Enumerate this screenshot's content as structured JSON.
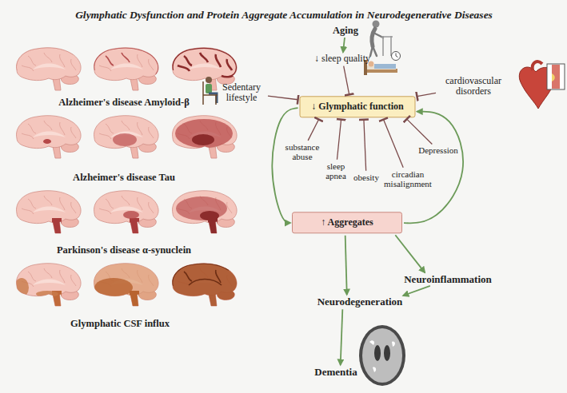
{
  "diagram": {
    "title": "Glymphatic Dysfunction and Protein Aggregate Accumulation in Neurodegenerative Diseases",
    "nodes": [
      {
        "text": [
          "Aging"
        ]
      },
      {
        "text": [
          "↓ sleep quality"
        ]
      },
      {
        "text": [
          "Sedentary lifestyle"
        ]
      },
      {
        "text": [
          "cardiovascular disorders"
        ]
      },
      {
        "text": [
          "↓ Glymphatic function"
        ]
      },
      {
        "text": [
          "substance abuse"
        ]
      },
      {
        "text": [
          "sleep apnea"
        ]
      },
      {
        "text": [
          "obesity"
        ]
      },
      {
        "text": [
          "circadian misalignment"
        ]
      },
      {
        "text": [
          "Depression"
        ]
      },
      {
        "text": [
          "↑ Aggregates"
        ]
      },
      {
        "text": [
          "Neuroinflammation"
        ]
      },
      {
        "text": [
          "Neurodegeneration"
        ]
      },
      {
        "text": [
          "Dementia"
        ]
      }
    ],
    "edges": [
      {
        "from": 0,
        "to": 1,
        "arrow": "to"
      },
      {
        "from": 1,
        "to": 4,
        "arrow": "to"
      },
      {
        "from": 2,
        "to": 4,
        "arrow": "to"
      },
      {
        "from": 3,
        "to": 4,
        "arrow": "to"
      },
      {
        "from": 5,
        "to": 4,
        "arrow": "to"
      },
      {
        "from": 6,
        "to": 4,
        "arrow": "to"
      },
      {
        "from": 7,
        "to": 4,
        "arrow": "to"
      },
      {
        "from": 8,
        "to": 4,
        "arrow": "to"
      },
      {
        "from": 9,
        "to": 4,
        "arrow": "to"
      },
      {
        "from": 4,
        "to": 10,
        "arrow": "to"
      },
      {
        "from": 10,
        "to": 4,
        "arrow": "to"
      },
      {
        "from": 10,
        "to": 11,
        "arrow": "to"
      },
      {
        "from": 10,
        "to": 12,
        "arrow": "to"
      },
      {
        "from": 11,
        "to": 12,
        "arrow": "to"
      },
      {
        "from": 12,
        "to": 13,
        "arrow": "to"
      }
    ],
    "labels": [
      "Alzheimer's disease Amyloid-β",
      "Alzheimer's disease Tau",
      "Parkinson's disease α-synuclein",
      "Glymphatic CSF influx"
    ]
  }
}
